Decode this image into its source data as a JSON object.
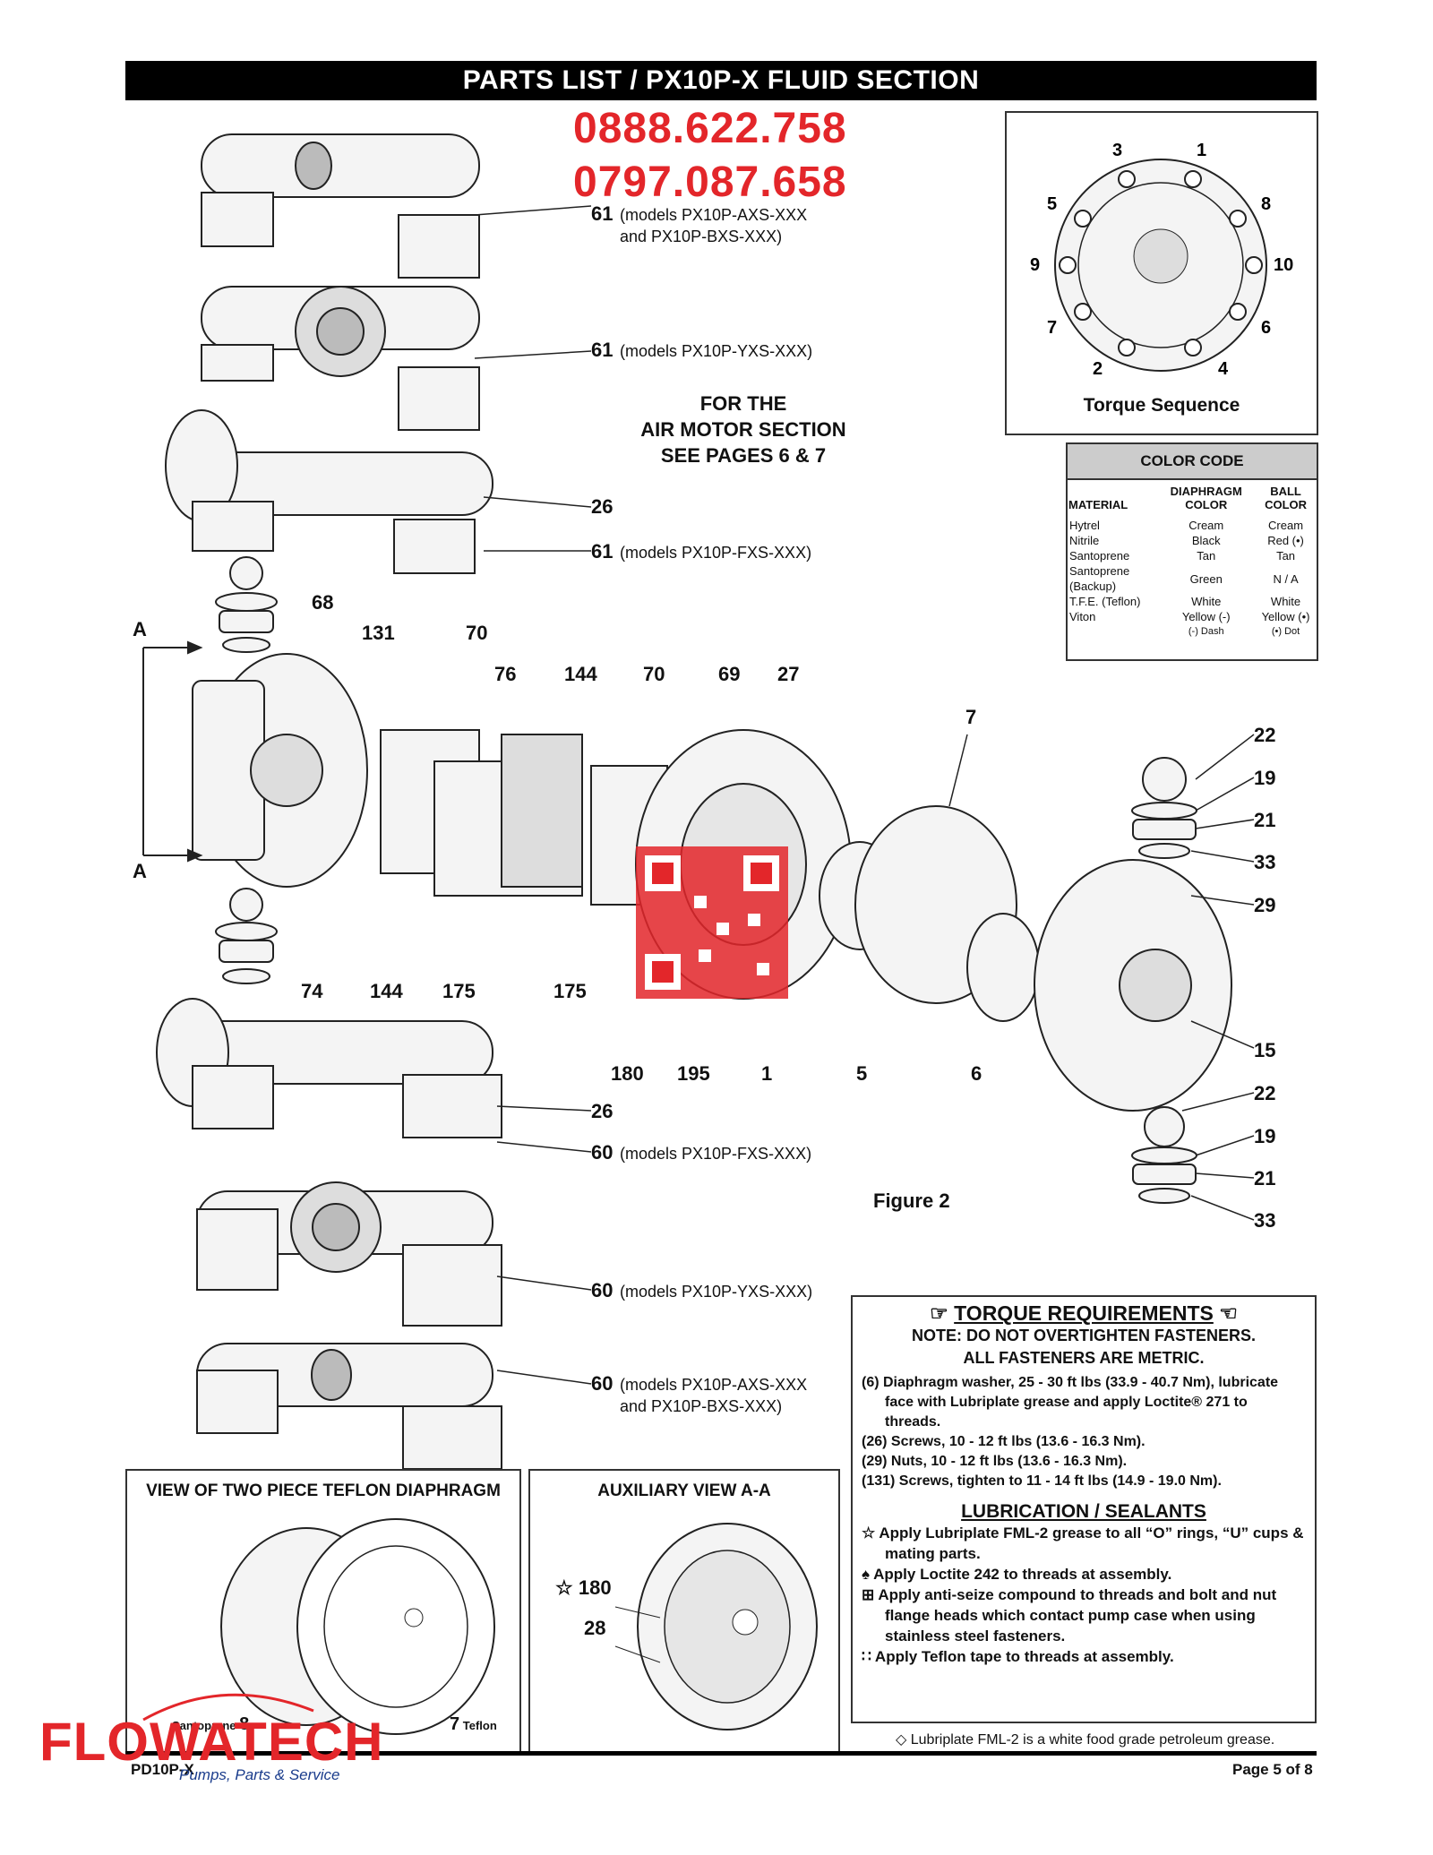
{
  "header": {
    "title": "PARTS LIST / PX10P-X FLUID SECTION"
  },
  "phones": [
    "0888.622.758",
    "0797.087.658"
  ],
  "note_air_motor": [
    "FOR THE",
    "AIR MOTOR SECTION",
    "SEE PAGES 6 & 7"
  ],
  "torque_sequence": {
    "title": "Torque Sequence",
    "numbers": [
      "3",
      "1",
      "5",
      "8",
      "9",
      "10",
      "7",
      "6",
      "2",
      "4"
    ]
  },
  "color_code": {
    "title": "COLOR CODE",
    "headers": [
      "MATERIAL",
      "DIAPHRAGM COLOR",
      "BALL COLOR"
    ],
    "rows": [
      [
        "Hytrel",
        "Cream",
        "Cream"
      ],
      [
        "Nitrile",
        "Black",
        "Red (•)"
      ],
      [
        "Santoprene",
        "Tan",
        "Tan"
      ],
      [
        "Santoprene (Backup)",
        "Green",
        "N / A"
      ],
      [
        "T.F.E. (Teflon)",
        "White",
        "White"
      ],
      [
        "Viton",
        "Yellow (-)",
        "Yellow (•)"
      ]
    ],
    "footnotes": [
      "(-) Dash",
      "(•) Dot"
    ]
  },
  "callouts": {
    "p61": "61",
    "p26": "26",
    "p60": "60",
    "p68": "68",
    "p131": "131",
    "p70": "70",
    "p76": "76",
    "p144": "144",
    "p69": "69",
    "p27": "27",
    "p7": "7",
    "p22": "22",
    "p19": "19",
    "p21": "21",
    "p33": "33",
    "p29": "29",
    "p15": "15",
    "p74": "74",
    "p175": "175",
    "p180": "180",
    "p195": "195",
    "p1": "1",
    "p5": "5",
    "p6": "6",
    "p28": "28",
    "p8": "8"
  },
  "models": {
    "m61a": "(models PX10P-AXS-XXX",
    "m61b": "and PX10P-BXS-XXX)",
    "m61y": "(models PX10P-YXS-XXX)",
    "m61f": "(models PX10P-FXS-XXX)",
    "m60f": "(models PX10P-FXS-XXX)",
    "m60y": "(models PX10P-YXS-XXX)",
    "m60a": "(models PX10P-AXS-XXX",
    "m60b": "and PX10P-BXS-XXX)"
  },
  "section_a": "A",
  "figure_label": "Figure 2",
  "teflon_view": {
    "title": "VIEW OF TWO PIECE TEFLON DIAPHRAGM",
    "backup": "Santoprene",
    "teflon": "Teflon"
  },
  "aux_view": {
    "title": "AUXILIARY VIEW A-A"
  },
  "torque_req": {
    "title": "TORQUE REQUIREMENTS",
    "note1": "NOTE: DO NOT OVERTIGHTEN FASTENERS.",
    "note2": "ALL FASTENERS ARE METRIC.",
    "items": [
      "(6) Diaphragm washer, 25 - 30 ft lbs (33.9 - 40.7 Nm), lubricate face with Lubriplate grease and apply Loctite® 271 to threads.",
      "(26) Screws, 10 - 12 ft lbs (13.6 - 16.3 Nm).",
      "(29) Nuts, 10 - 12 ft lbs (13.6 - 16.3 Nm).",
      "(131) Screws, tighten to 11 - 14 ft lbs (14.9 - 19.0 Nm)."
    ],
    "lub_title": "LUBRICATION / SEALANTS",
    "lub_items": [
      "Apply Lubriplate FML-2 grease to all “O” rings, “U” cups & mating parts.",
      "Apply Loctite 242 to threads at assembly.",
      "Apply anti-seize compound to threads and bolt and nut flange heads which contact pump case when using stainless steel fasteners.",
      "Apply Teflon tape to threads at assembly."
    ]
  },
  "lubriplate_note": "◇ Lubriplate FML-2 is a white food grade petroleum grease.",
  "footer": {
    "model": "PD10P-X",
    "page": "Page 5 of 8"
  },
  "watermark": {
    "brand": "FLOWATECH",
    "tagline": "Pumps, Parts & Service"
  }
}
